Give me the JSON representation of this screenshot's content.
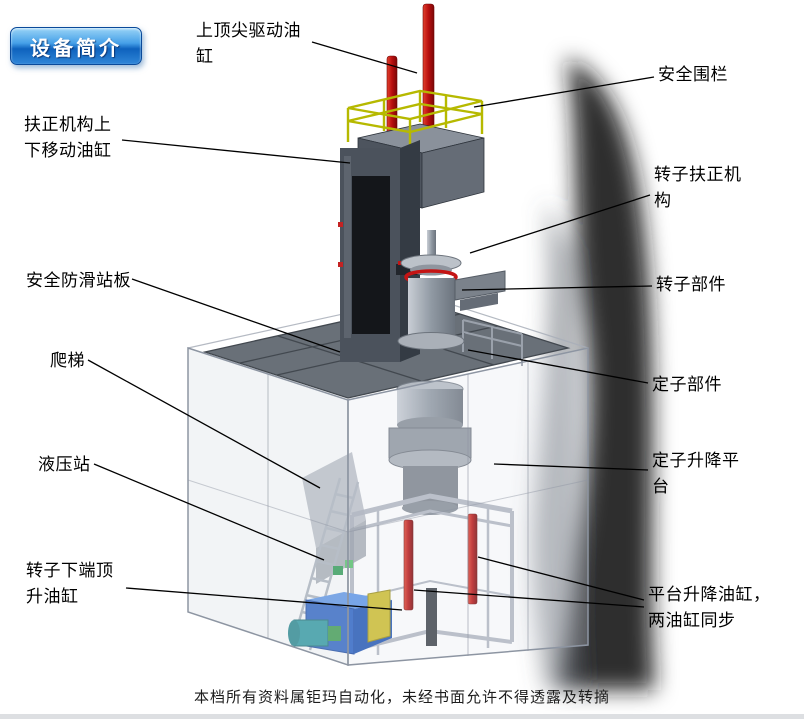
{
  "badge": {
    "label": "设备简介"
  },
  "labels": {
    "top_spindle_cylinder": "上顶尖驱动油缸",
    "safety_fence": "安全围栏",
    "centering_move_cylinder": "扶正机构上下移动油缸",
    "rotor_centering_mechanism": "转子扶正机构",
    "anti_slip_platform": "安全防滑站板",
    "rotor_parts": "转子部件",
    "ladder": "爬梯",
    "stator_parts": "定子部件",
    "hydraulic_station": "液压站",
    "stator_lift_platform": "定子升降平台",
    "rotor_bottom_jack_cylinder": "转子下端顶升油缸",
    "platform_lift_cylinders": "平台升降油缸，两油缸同步"
  },
  "footer": {
    "text": "本档所有资料属钜玛自动化，未经书面允许不得透露及转摘"
  },
  "colors": {
    "badge_blue": "#1e7fd6",
    "cylinder_red": "#c41414",
    "railing_yellow": "#b6b900",
    "hydraulic_blue": "#2a62c4",
    "machine_gray": "#8f969f",
    "platform_dark_gray": "#697078"
  }
}
